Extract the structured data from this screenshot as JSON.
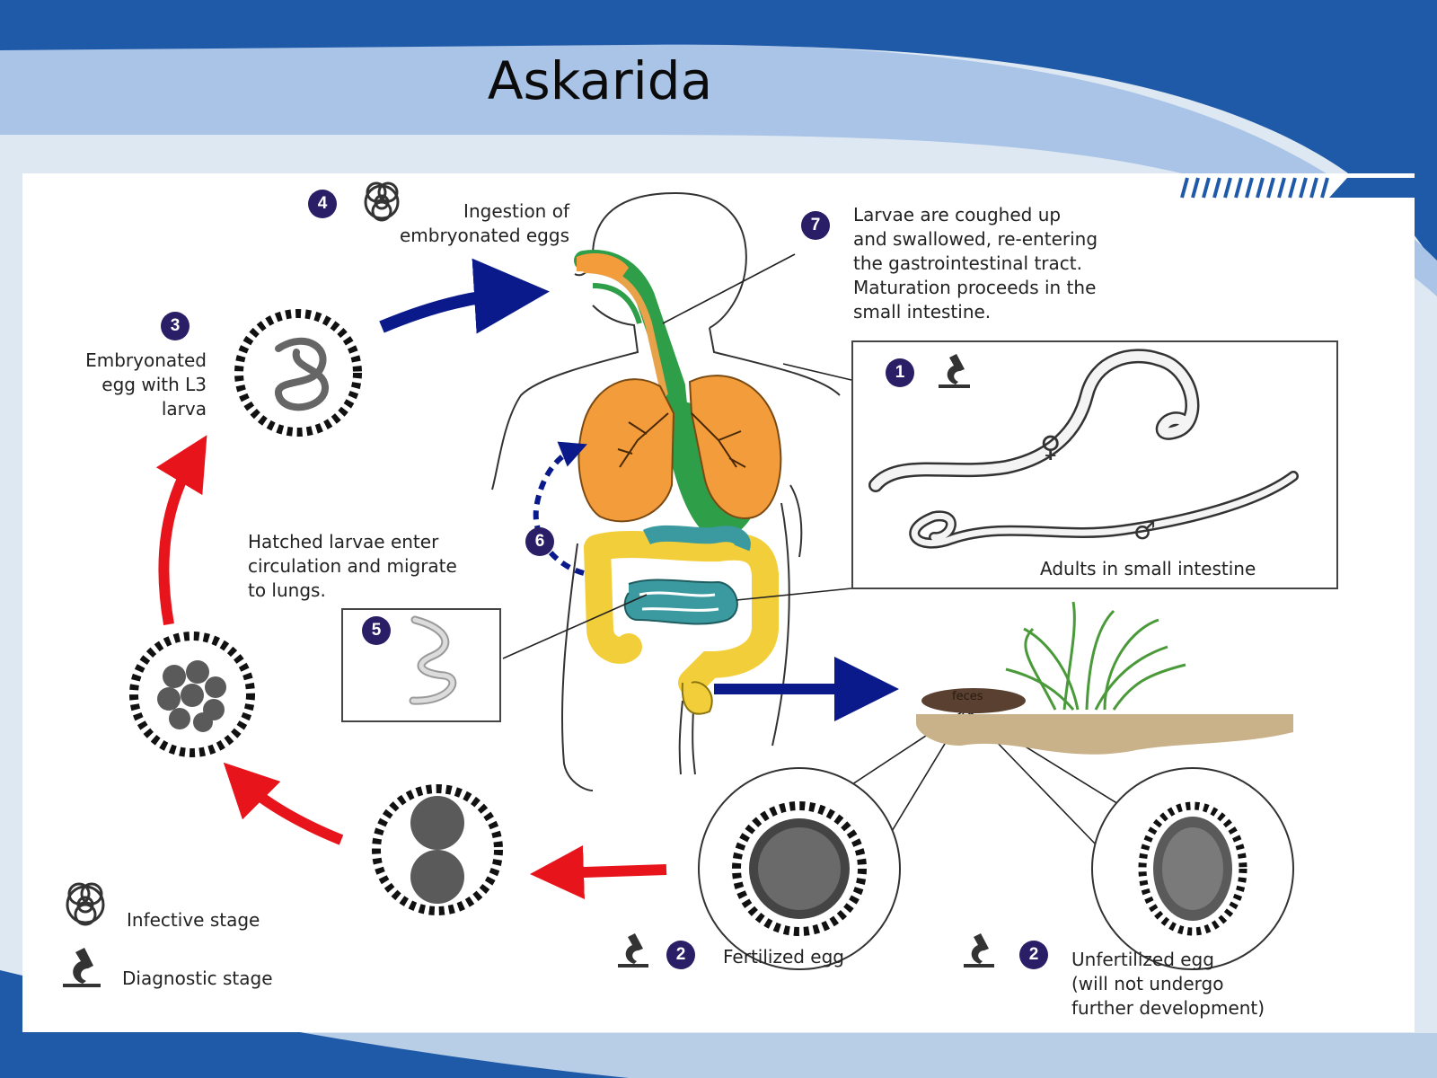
{
  "slide": {
    "title": "Askarida"
  },
  "diagram": {
    "step1": {
      "number": "1",
      "label": "Adults in small intestine",
      "female_symbol": "♀",
      "male_symbol": "♂"
    },
    "step2a": {
      "number": "2",
      "label": "Fertilized egg"
    },
    "step2b": {
      "number": "2",
      "label_lines": [
        "Unfertilized egg",
        "(will not undergo",
        "further development)"
      ]
    },
    "step3": {
      "number": "3",
      "label_lines": [
        "Embryonated",
        "egg with L3",
        "larva"
      ]
    },
    "step4": {
      "number": "4",
      "label_lines": [
        "Ingestion of",
        "embryonated eggs"
      ]
    },
    "step5": {
      "number": "5"
    },
    "step6": {
      "number": "6",
      "label_lines": [
        "Hatched larvae enter",
        "circulation and migrate",
        "to lungs."
      ]
    },
    "step7": {
      "number": "7",
      "label_lines": [
        "Larvae are coughed up",
        "and swallowed, re-entering",
        "the gastrointestinal tract.",
        "Maturation proceeds in the",
        "small intestine."
      ]
    },
    "feces_label": "feces",
    "legend": {
      "infective": {
        "icon": "biohazard-icon",
        "label": "Infective stage"
      },
      "diagnostic": {
        "icon": "microscope-icon",
        "label": "Diagnostic stage"
      }
    },
    "colors": {
      "forward_arrow": "#0a1a8a",
      "development_arrow": "#e8141c",
      "badge": "#2a1f66",
      "lungs": "#f39c3c",
      "esophagus": "#2f9e48",
      "small_intestine": "#3a9aa0",
      "colon": "#f2cf3a",
      "soil": "#c9b28a"
    }
  }
}
